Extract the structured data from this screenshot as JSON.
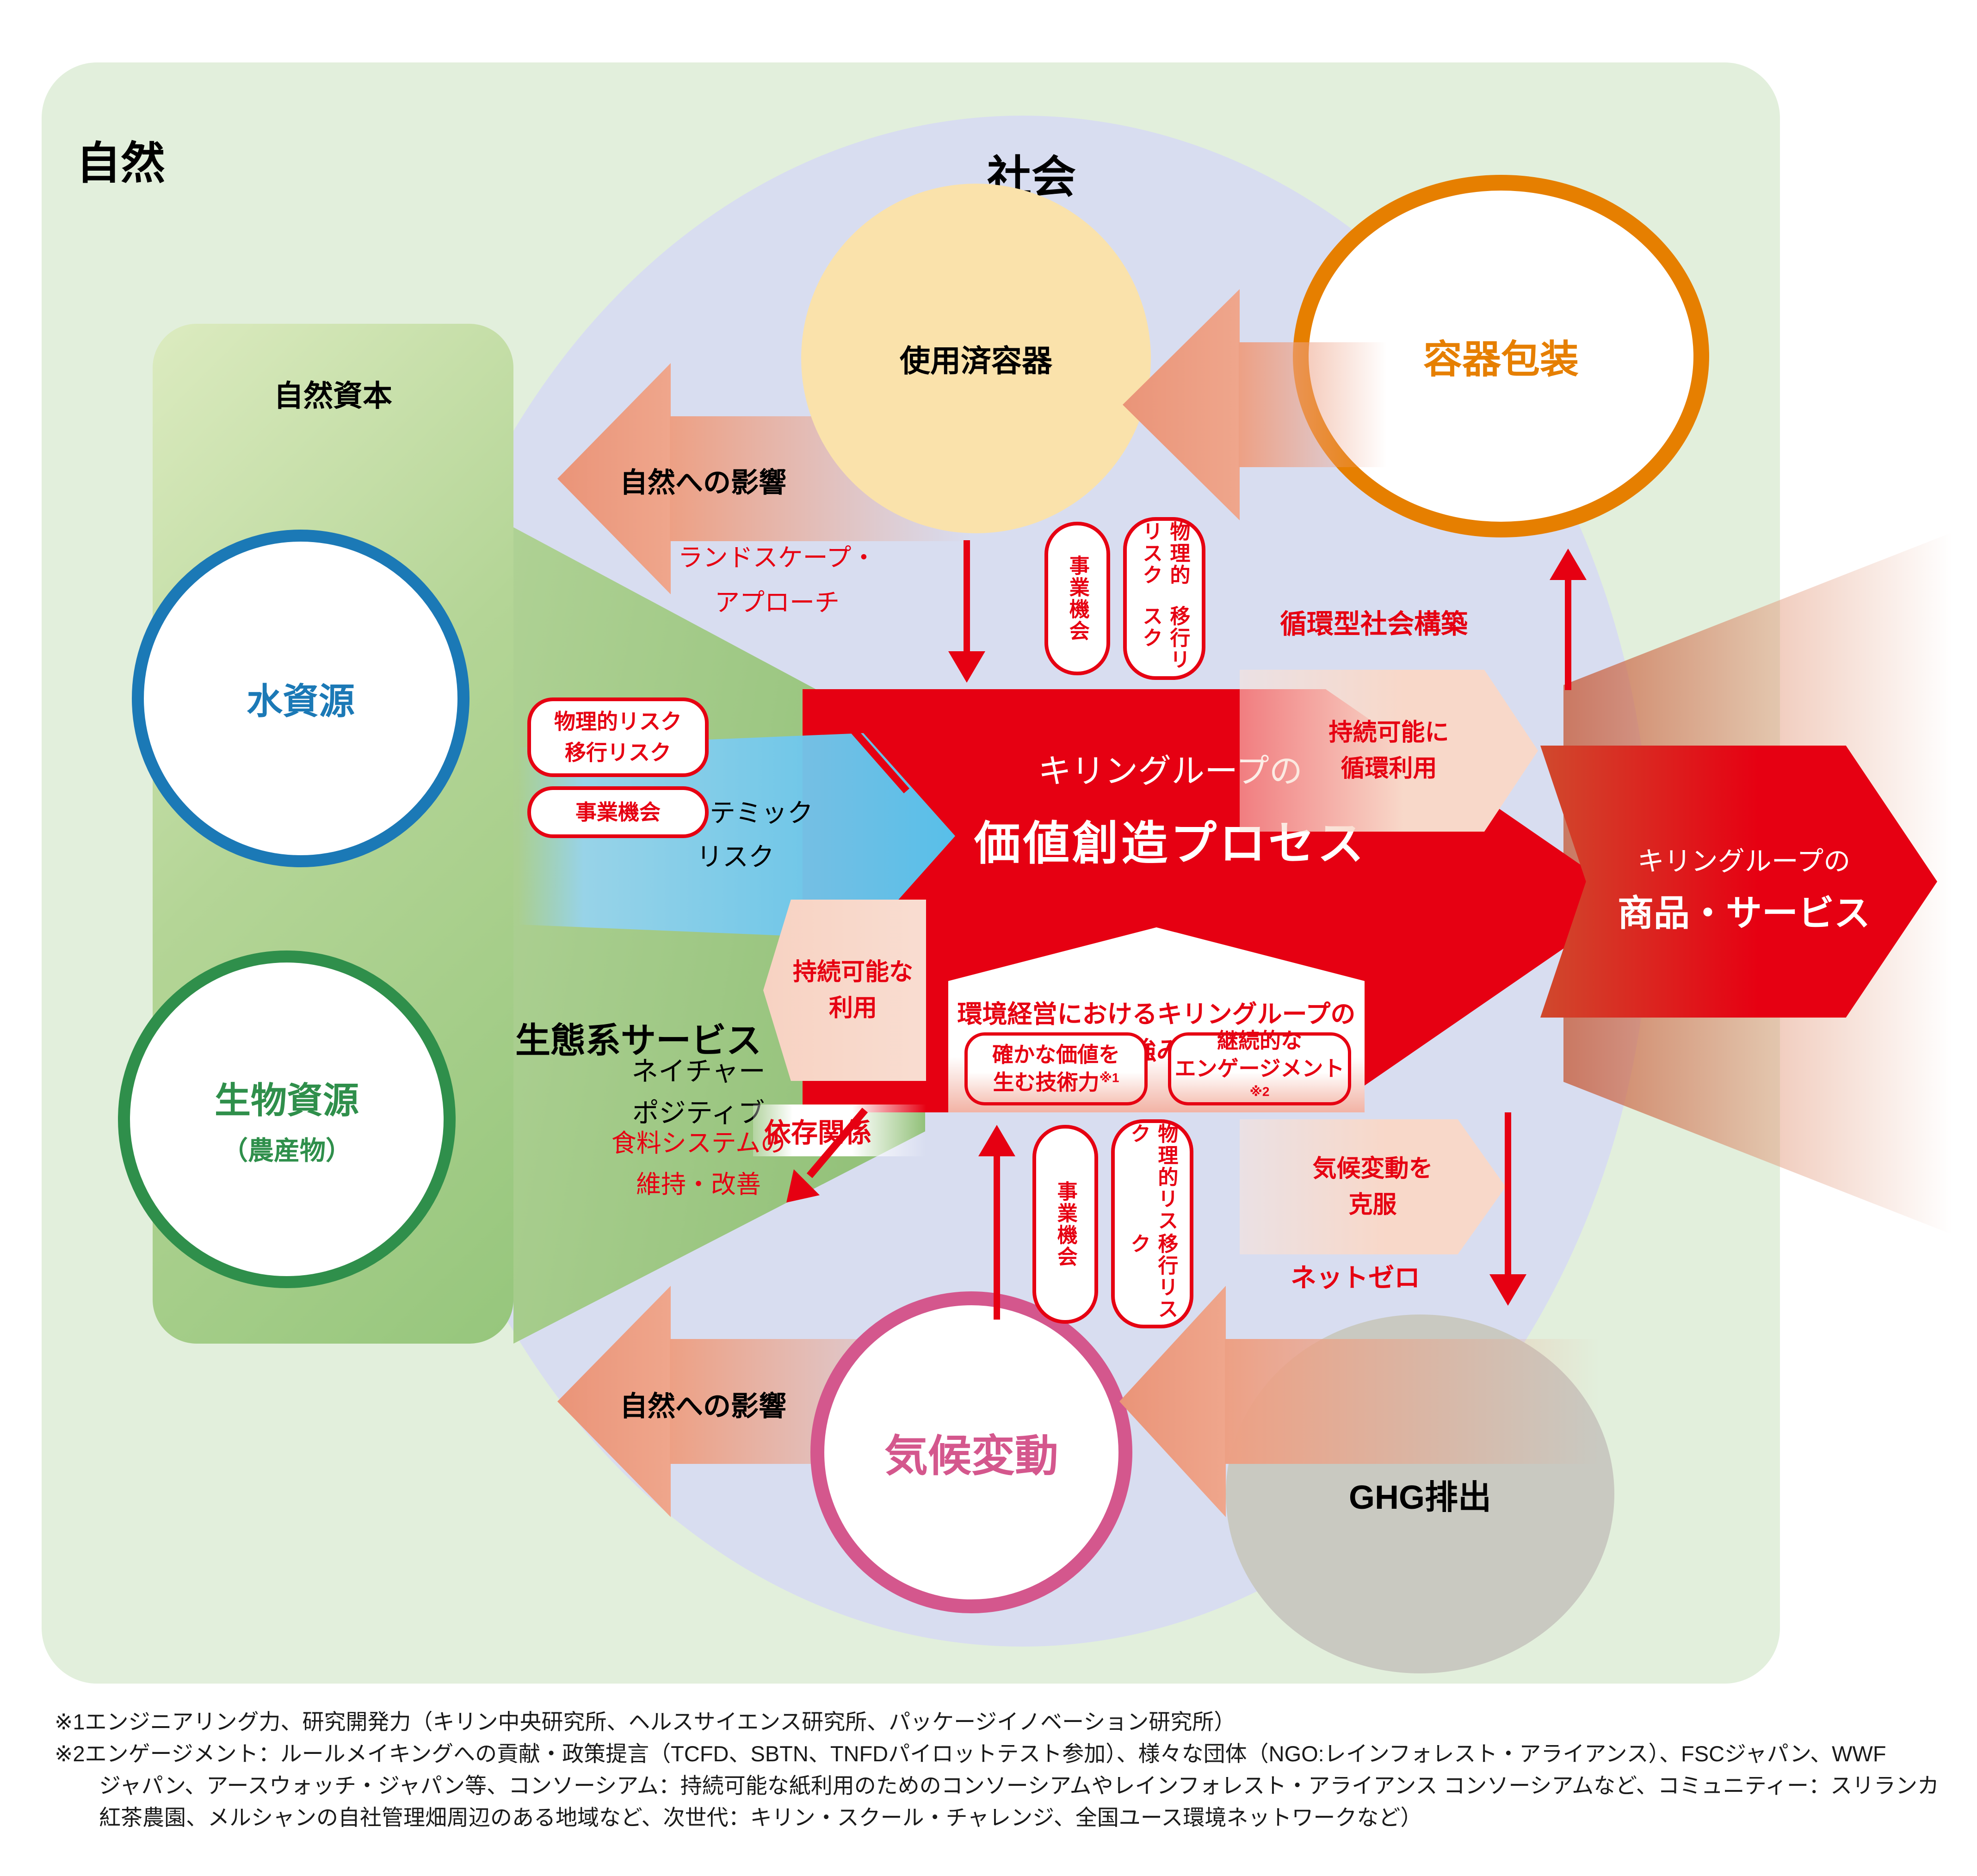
{
  "title_nature": "自然",
  "title_society": "社会",
  "natural_capital": "自然資本",
  "circles": {
    "water": "水資源",
    "bio": "生物資源",
    "bio_sub": "（農産物）",
    "used": "使用済容器",
    "packaging": "容器包装",
    "climate": "気候変動",
    "ghg": "GHG排出"
  },
  "center": {
    "l1": "キリングループの",
    "l2": "価値創造プロセス",
    "strengths_title": "環境経営におけるキリングループの強み",
    "s1a": "確かな価値を",
    "s1b": "生む技術力",
    "s1sup": "※1",
    "s2a": "継続的な",
    "s2b": "エンゲージメント",
    "s2sup": "※2"
  },
  "labels": {
    "impact": "自然への影響",
    "landscape1": "ランドスケープ・",
    "landscape2": "アプローチ",
    "biz": "事業機会",
    "phys": "物理的リスク",
    "trans": "移行リスク",
    "systemic1": "システミック",
    "systemic2": "リスク",
    "ecosystem": "生態系サービス",
    "sustain1": "持続可能な",
    "sustain2": "利用",
    "naturepos1": "ネイチャー",
    "naturepos2": "ポジティブ",
    "dependency": "依存関係",
    "food1": "食料システムの",
    "food2": "維持・改善",
    "circular": "循環型社会構築",
    "circuse1": "持続可能に",
    "circuse2": "循環利用",
    "overcome1": "気候変動を",
    "overcome2": "克服",
    "netzero": "ネットゼロ",
    "products1": "キリングループの",
    "products2": "商品・サービス"
  },
  "footnotes": [
    "※1エンジニアリング力、研究開発力（キリン中央研究所、ヘルスサイエンス研究所、パッケージイノベーション研究所）",
    "※2エンゲージメント：ルールメイキングへの貢献・政策提言（TCFD、SBTN、TNFDパイロットテスト参加）、様々な団体（NGO:レインフォレスト・アライアンス）、FSCジャパン、WWF",
    "ジャパン、アースウォッチ・ジャパン等、コンソーシアム：持続可能な紙利用のためのコンソーシアムやレインフォレスト・アライアンス コンソーシアムなど、コミュニティー：スリランカ",
    "紅茶農園、メルシャンの自社管理畑周辺のある地域など、次世代：キリン・スクール・チャレンジ、全国ユース環境ネットワークなど）"
  ],
  "colors": {
    "kirin_red": "#e60012",
    "orange": "#e67f00",
    "blue": "#1b79b6",
    "green": "#2f8f4b",
    "pink": "#d4578d",
    "salmon": "#eda084",
    "bg_nature": "#e2efdc",
    "bg_society": "#d8ddf0",
    "capital_green": "#9ac87f",
    "cream": "#fae2ab",
    "gray": "#c9c9c1",
    "systemic_blue": "#58bfe9"
  }
}
